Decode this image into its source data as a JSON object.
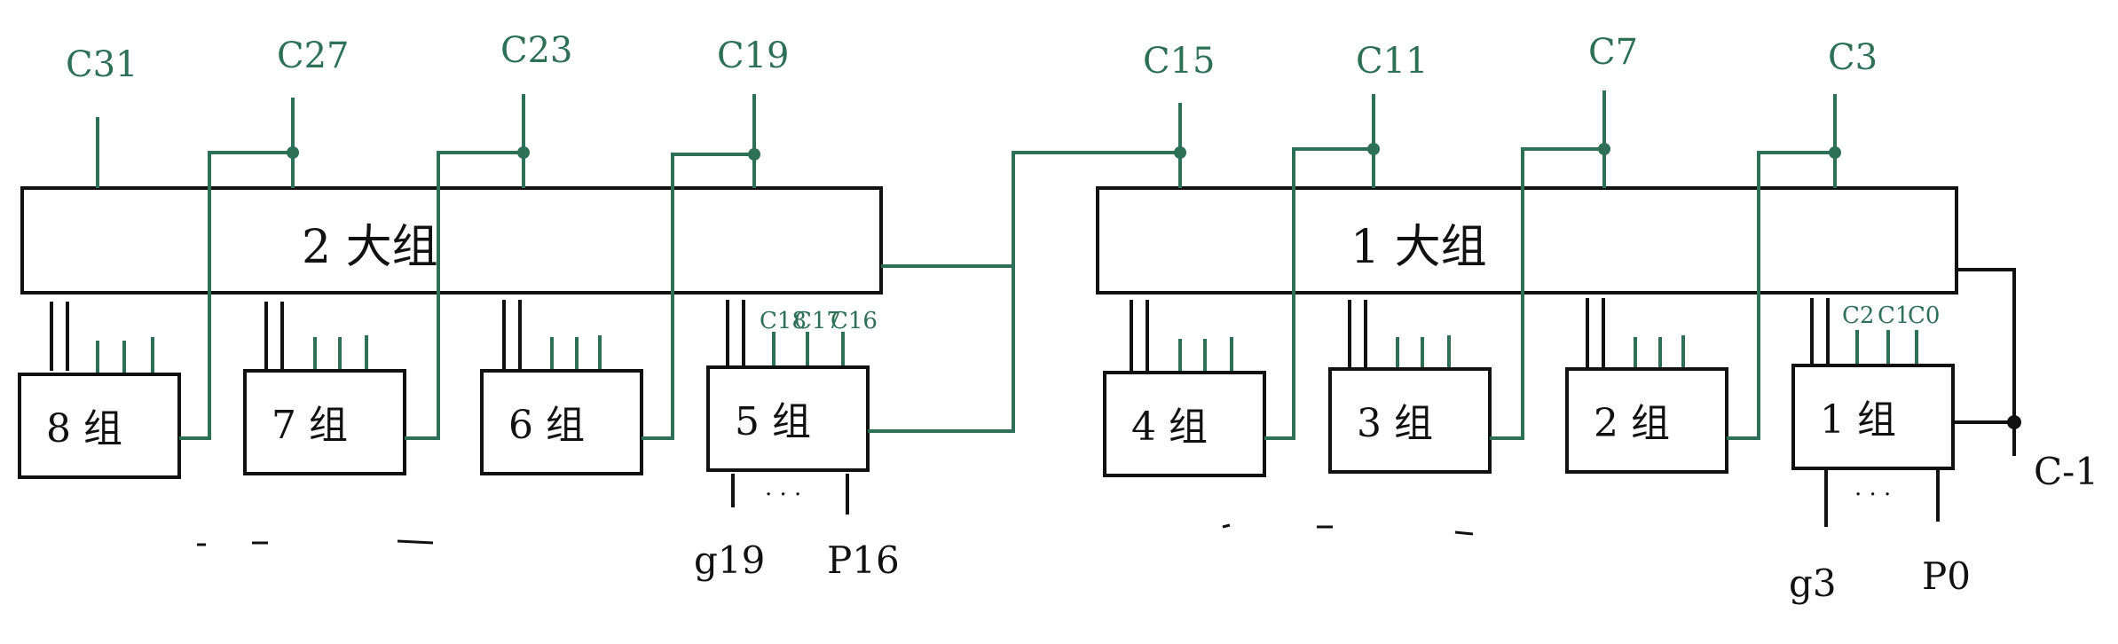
{
  "colors": {
    "green": "#2e6f58",
    "black": "#111111",
    "background": "#ffffff"
  },
  "big_groups": [
    {
      "label": "2 大组"
    },
    {
      "label": "1 大组"
    }
  ],
  "small_groups": [
    {
      "label": "8 组"
    },
    {
      "label": "7 组"
    },
    {
      "label": "6 组"
    },
    {
      "label": "5 组"
    },
    {
      "label": "4 组"
    },
    {
      "label": "3 组"
    },
    {
      "label": "2 组"
    },
    {
      "label": "1 组"
    }
  ],
  "carry_outputs": [
    "C31",
    "C27",
    "C23",
    "C19",
    "C15",
    "C11",
    "C7",
    "C3"
  ],
  "group5_inner_carries": [
    "C18",
    "C17",
    "C16"
  ],
  "group1_inner_carries": [
    "C2",
    "C1",
    "C0"
  ],
  "group5_inputs": {
    "first": "g19",
    "last": "P16",
    "dots": "· · ·"
  },
  "group1_inputs": {
    "first": "g3",
    "last": "P0",
    "dots": "· · ·"
  },
  "carry_in": "C-1"
}
